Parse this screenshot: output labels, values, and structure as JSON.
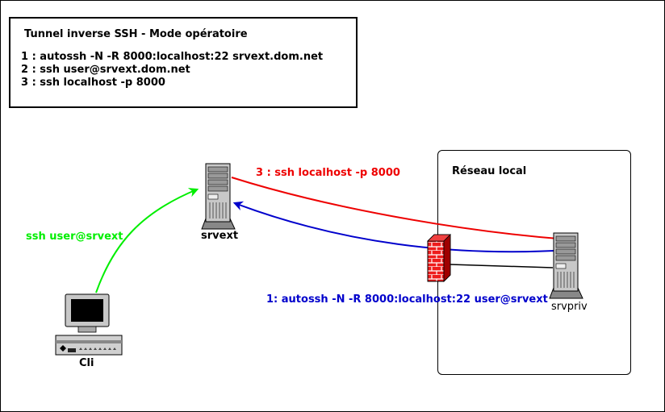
{
  "legend": {
    "title": "Tunnel inverse SSH - Mode opératoire",
    "lines": [
      "1 : autossh -N -R 8000:localhost:22 srvext.dom.net",
      "2 : ssh user@srvext.dom.net",
      "3 : ssh localhost -p 8000"
    ]
  },
  "network": {
    "lan_label": "Réseau local"
  },
  "nodes": {
    "srvext": "srvext",
    "srvpriv": "srvpriv",
    "cli": "Cli"
  },
  "arrows": {
    "red": {
      "label": "3 : ssh localhost -p 8000",
      "color": "#ee0000"
    },
    "blue": {
      "label": "1: autossh -N -R 8000:localhost:22 user@srvext",
      "color": "#0000cc"
    },
    "green": {
      "label": "ssh user@srvext",
      "color": "#00ee00"
    }
  }
}
